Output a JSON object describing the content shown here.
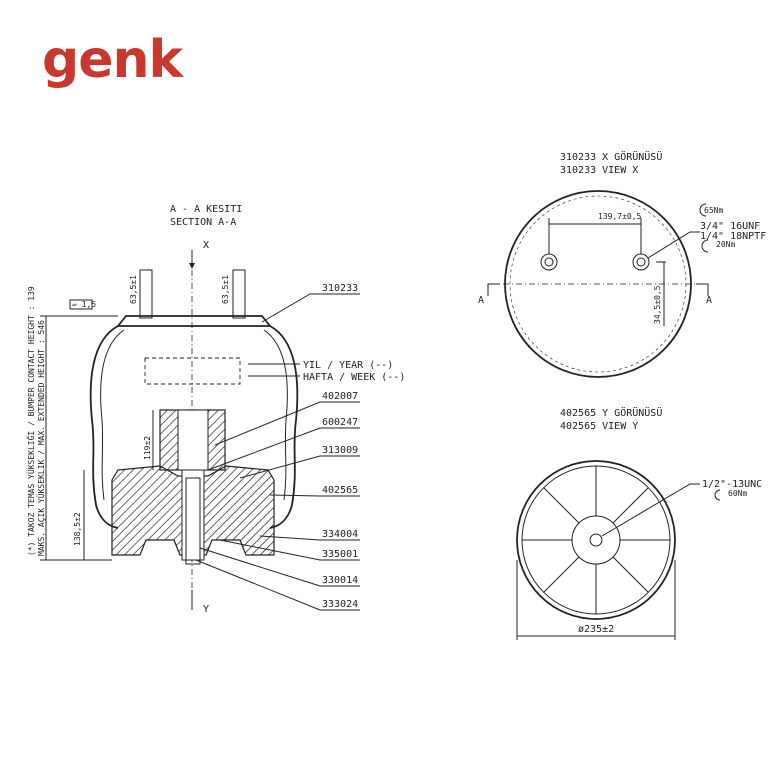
{
  "brand": {
    "logo_text": "genk",
    "logo_color": "#c8382c"
  },
  "section": {
    "title_tr": "A - A KESITI",
    "title_en": "SECTION A-A",
    "axis_top": "X",
    "axis_bottom": "Y"
  },
  "dims": {
    "stud_left": "63,5±1",
    "stud_right": "63,5±1",
    "inner": "119±2",
    "lower": "138,5±2",
    "side_line1": "(*) TAKOZ TEMAS YÜKSEKLIĞI / BUMPER CONTACT HEIGHT : 139",
    "side_line2": "MAKS. AÇIK YÜKSEKLIK / MAX. EXTENDED HEIGHT : 546",
    "flatness": "▱ 1,5"
  },
  "callouts": {
    "c310233": "310233",
    "year": "YIL / YEAR (--)",
    "week": "HAFTA / WEEK (--)",
    "c402007": "402007",
    "c600247": "600247",
    "c313009": "313009",
    "c402565": "402565",
    "c334004": "334004",
    "c335001": "335001",
    "c330014": "330014",
    "c333024": "333024"
  },
  "view_x": {
    "title_tr": "310233 X GÖRÜNÜSÜ",
    "title_en": "310233 VIEW X",
    "spacing": "139,7±0,5",
    "offset": "34,5±0,5",
    "thread1": "3/4\" 16UNF",
    "thread2": "1/4\" 18NPTF",
    "torque1": "65Nm",
    "torque2": "20Nm",
    "section_mark": "A"
  },
  "view_y": {
    "title_tr": "402565 Y GÖRÜNÜSÜ",
    "title_en": "402565 VIEW Y",
    "thread": "1/2\"-13UNC",
    "torque": "60Nm",
    "diameter": "ø235±2"
  }
}
